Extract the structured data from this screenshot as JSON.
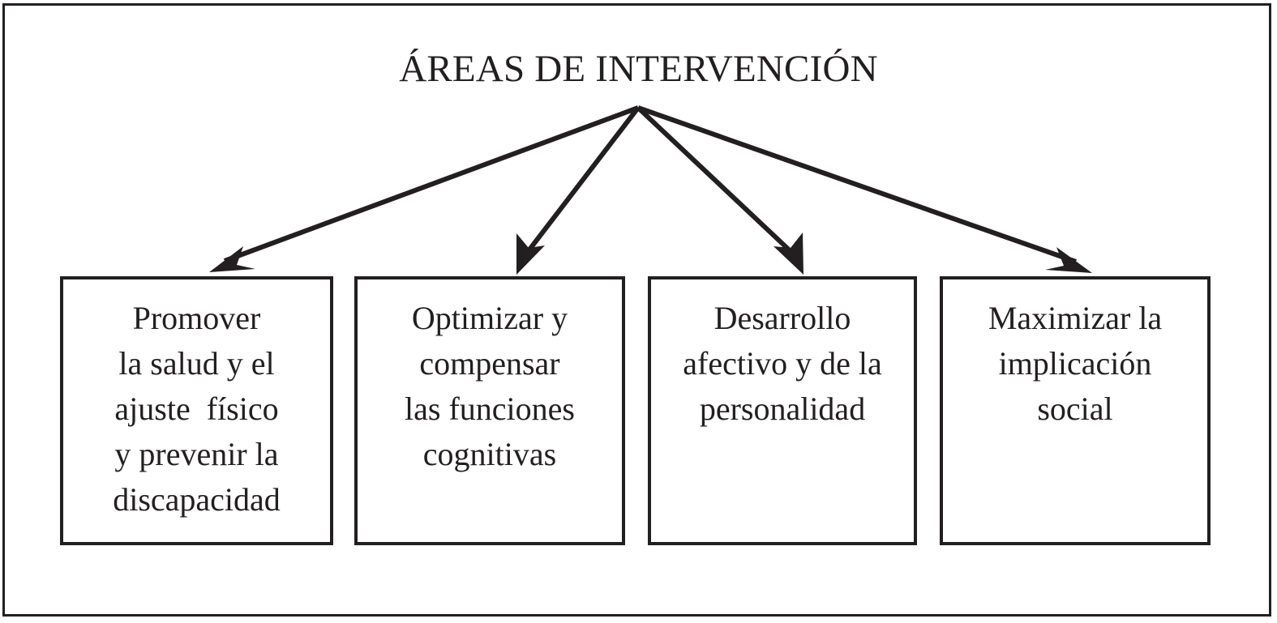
{
  "diagram": {
    "title": "ÁREAS DE INTERVENCIÓN",
    "frame": {
      "border_color": "#231f20",
      "background_color": "#ffffff"
    },
    "connector": {
      "style": "arrow",
      "color": "#231f20",
      "origin_label": "ÁREAS DE INTERVENCIÓN",
      "count": 4
    },
    "nodes": [
      {
        "name": "promover-salud",
        "lines": [
          "Promover",
          "la salud y el",
          "ajuste  físico",
          "y prevenir la",
          "discapacidad"
        ],
        "text": "Promover la salud y el ajuste físico y prevenir la discapacidad"
      },
      {
        "name": "optimizar-compensar",
        "lines": [
          "Optimizar y",
          "compensar",
          "las funciones",
          "cognitivas"
        ],
        "text": "Optimizar y compensar las funciones cognitivas"
      },
      {
        "name": "desarrollo-afectivo",
        "lines": [
          "Desarrollo",
          "afectivo y de la",
          "personalidad"
        ],
        "text": "Desarrollo afectivo y de la personalidad"
      },
      {
        "name": "maximizar-implicacion",
        "lines": [
          "Maximizar la",
          "implicación",
          "social"
        ],
        "text": "Maximizar la implicación social"
      }
    ]
  }
}
